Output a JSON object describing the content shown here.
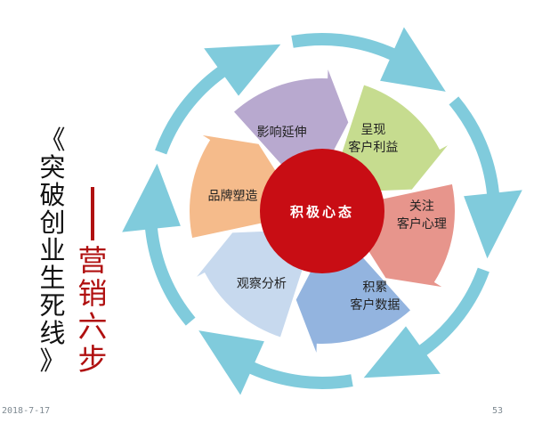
{
  "slide": {
    "vertical_title": "《突破创业生死线》",
    "subtitle_dash": "——",
    "subtitle": "营销六步",
    "footer_date": "2018-7-17",
    "page_number": "53"
  },
  "diagram": {
    "center_label": "积极心态",
    "steps": [
      {
        "label_lines": [
          "呈现",
          "客户利益"
        ],
        "color": "#c6dc8f"
      },
      {
        "label_lines": [
          "关注",
          "客户心理"
        ],
        "color": "#e7958c"
      },
      {
        "label_lines": [
          "积累",
          "客户数据"
        ],
        "color": "#93b4df"
      },
      {
        "label_lines": [
          "观察分析"
        ],
        "color": "#c7d9ee"
      },
      {
        "label_lines": [
          "品牌塑造"
        ],
        "color": "#f5bb8b"
      },
      {
        "label_lines": [
          "影响延伸"
        ],
        "color": "#b8a9cf"
      }
    ],
    "colors": {
      "center": "#c80d14",
      "center_text": "#ffffff",
      "outer_arrows": "#80cbdc",
      "text": "#222222"
    }
  }
}
